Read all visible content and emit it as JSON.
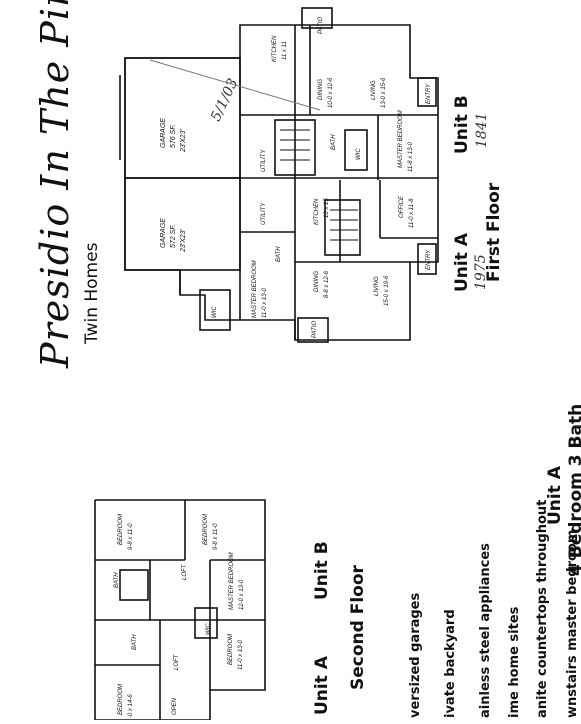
{
  "brochure": {
    "title": "Presidio In The Pines",
    "subtitle": "Twin Homes"
  },
  "first_floor": {
    "label": "First Floor",
    "unit_a_label": "Unit A",
    "unit_b_label": "Unit B",
    "unit_a_handwritten": "1975",
    "unit_b_handwritten": "1841",
    "garage_handwritten": "5/1/03",
    "rooms": {
      "patio_top": "PATIO",
      "kitchen_b": "KITCHEN",
      "kitchen_b_dim": "11 x 11",
      "dining_b": "DINING",
      "dining_b_dim": "10-0 x 12-6",
      "living_b": "LIVING",
      "living_b_dim": "13-0 x 15-6",
      "entry_b": "ENTRY",
      "garage_b": "GARAGE",
      "garage_b_sf": "576 SF.",
      "garage_b_dim": "23'X23'",
      "utility_b": "UTILITY",
      "bath_b": "BATH",
      "wic_b": "WIC",
      "master_b": "MASTER BEDROOM",
      "master_b_dim": "11-8 x 13-0",
      "utility_a": "UTILITY",
      "kitchen_a": "KITCHEN",
      "kitchen_a_dim": "10 x 15",
      "office_a": "OFFICE",
      "office_a_dim": "11-0 x 11-8",
      "garage_a": "GARAGE",
      "garage_a_sf": "572 SF.",
      "garage_a_dim": "23'X23'",
      "bath_a": "BATH",
      "dining_a": "DINING",
      "dining_a_dim": "8-8 x 12-6",
      "living_a": "LIVING",
      "living_a_dim": "15-0 x 19-6",
      "entry_a": "ENTRY",
      "wic_a": "WIC",
      "master_a": "MASTER BEDROOM",
      "master_a_dim": "11-0 x 13-0",
      "patio_bottom": "PATIO"
    }
  },
  "unit_a_summary": {
    "label": "Unit A",
    "detail": "4 Bedroom 3 Bath"
  },
  "second_floor": {
    "label": "Second Floor",
    "unit_a_label": "Unit A",
    "unit_b_label": "Unit B",
    "rooms": {
      "bedroom_1": "BEDROOM",
      "bedroom_1_dim": "9-8 x 11-0",
      "bedroom_2": "BEDROOM",
      "bedroom_2_dim": "9-8 x 11-0",
      "bath_b": "BATH",
      "loft_b": "LOFT",
      "wic_b": "WIC",
      "master_b": "MASTER BEDROOM",
      "master_b_dim": "12-0 x 13-0",
      "bath_a": "BATH",
      "loft_a": "LOFT",
      "bedroom_a": "BEDROOM",
      "bedroom_a_dim": "11-0 x 13-0",
      "bedroom_a2": "BEDROOM",
      "bedroom_a2_dim": "-0 x 14-6",
      "open": "OPEN"
    }
  },
  "features": [
    "versized garages",
    "ivate backyard",
    "ainless steel appliances",
    "ime home sites",
    "anite countertops throughout",
    "wnstairs master bedroom"
  ]
}
